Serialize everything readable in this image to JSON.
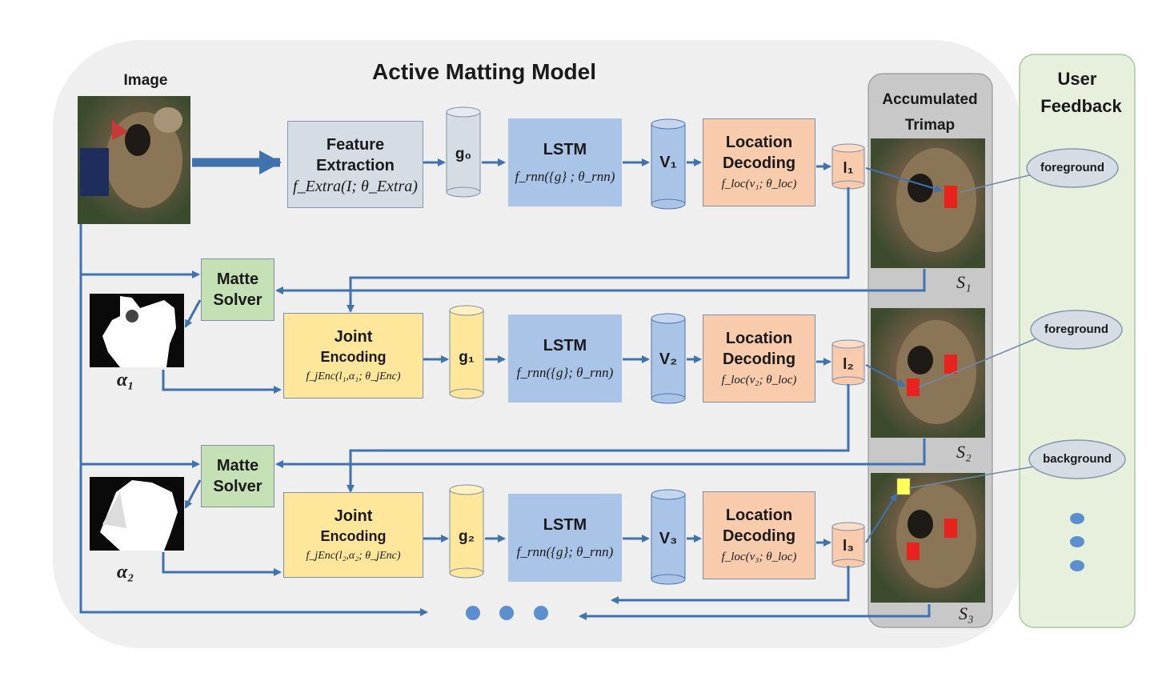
{
  "title": "Active Matting Model",
  "image_label": "Image",
  "accumulated_trimap_label": [
    "Accumulated",
    "Trimap"
  ],
  "user_feedback_label": [
    "User",
    "Feedback"
  ],
  "feature_extraction": {
    "title": [
      "Feature",
      "Extraction"
    ],
    "formula": "f_Extra(I; θ_Extra)"
  },
  "matte_solver": [
    "Matte",
    "Solver"
  ],
  "joint_encoding": {
    "title": "Joint",
    "subtitle": "Encoding",
    "formulas": [
      "f_jEnc(l₁,α₁;  θ_jEnc)",
      "f_jEnc(l₂,α₂;  θ_jEnc)"
    ]
  },
  "lstm": {
    "title": "LSTM",
    "formulas": [
      "f_rnn({g} ; θ_rnn)",
      "f_rnn({g}; θ_rnn)",
      "f_rnn({g}; θ_rnn)"
    ]
  },
  "location_decoding": {
    "title": [
      "Location",
      "Decoding"
    ],
    "formulas": [
      "f_loc(v₁;  θ_loc)",
      "f_loc(v₂;  θ_loc)",
      "f_loc(v₃;  θ_loc)"
    ]
  },
  "g_nodes": [
    "g₀",
    "g₁",
    "g₂"
  ],
  "v_nodes": [
    "V₁",
    "V₂",
    "V₃"
  ],
  "l_nodes": [
    "l₁",
    "l₂",
    "l₃"
  ],
  "alpha_labels": [
    "α₁",
    "α₂"
  ],
  "s_labels": [
    "S₁",
    "S₂",
    "S₃"
  ],
  "feedback": [
    "foreground",
    "foreground",
    "background"
  ],
  "colors": {
    "panel": "#efefef",
    "trimap_panel": "#c8c8c8",
    "feedback_panel": "#e6f0dc",
    "arrow": "#3f72af",
    "gray_box": "#d6dce4",
    "blue_box": "#a9c4e6",
    "orange_box": "#f8cbad",
    "yellow_box": "#fee79a",
    "green_box": "#c5e0b4",
    "foreground_marker": "#e8231e",
    "background_marker": "#ffff55"
  }
}
